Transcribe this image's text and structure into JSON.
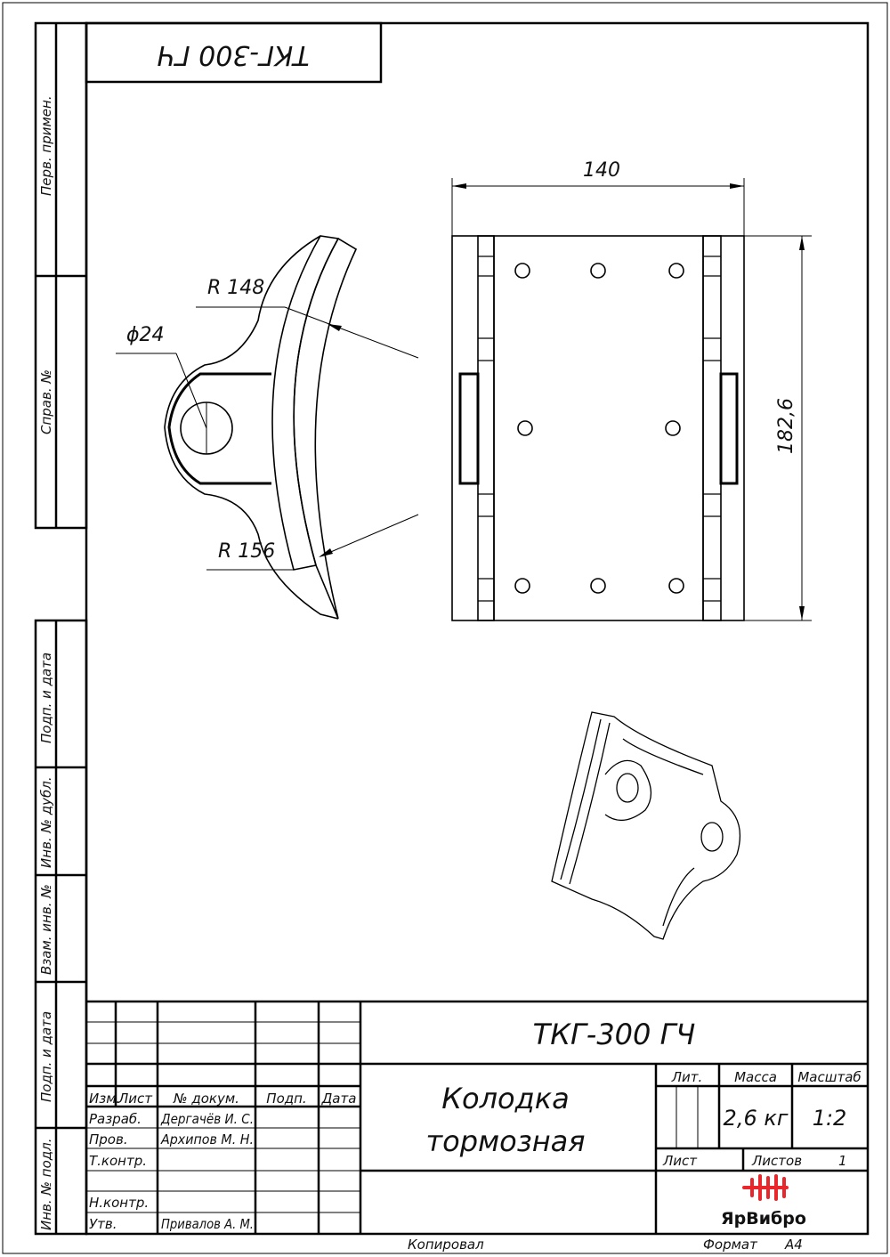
{
  "designation": "ТКГ-300 ГЧ",
  "designation_mirrored": "ТКГ-300 ГЧ",
  "part_name": [
    "Колодка",
    "тормозная"
  ],
  "side_strip": {
    "top": [
      "Перв. примен.",
      "Справ. №"
    ],
    "bottom": [
      "Подп. и дата",
      "Инв. № дубл.",
      "Взам. инв. №",
      "Подп. и дата",
      "Инв. № подл."
    ]
  },
  "dimensions": {
    "width": "140",
    "height": "182,6",
    "r_inner": "R 148",
    "r_outer": "R 156",
    "diameter": "ϕ24"
  },
  "title_block": {
    "headers": {
      "izm": "Изм.",
      "list": "Лист",
      "doc": "№ докум.",
      "sign": "Подп.",
      "date": "Дата"
    },
    "roles": [
      {
        "role": "Разраб.",
        "name": "Дергачёв И. С."
      },
      {
        "role": "Пров.",
        "name": "Архипов М. Н."
      },
      {
        "role": "Т.контр.",
        "name": ""
      },
      {
        "role": "",
        "name": ""
      },
      {
        "role": "Н.контр.",
        "name": ""
      },
      {
        "role": "Утв.",
        "name": "Привалов А. М."
      }
    ],
    "lit_label": "Лит.",
    "mass_label": "Масса",
    "scale_label": "Масштаб",
    "mass": "2,6 кг",
    "scale": "1:2",
    "sheet_label": "Лист",
    "sheets_label": "Листов",
    "sheets": "1"
  },
  "logo": {
    "text": "ЯрВибро",
    "color": "#e8262b"
  },
  "footer": {
    "copied": "Копировал",
    "format_label": "Формат",
    "format": "А4"
  }
}
